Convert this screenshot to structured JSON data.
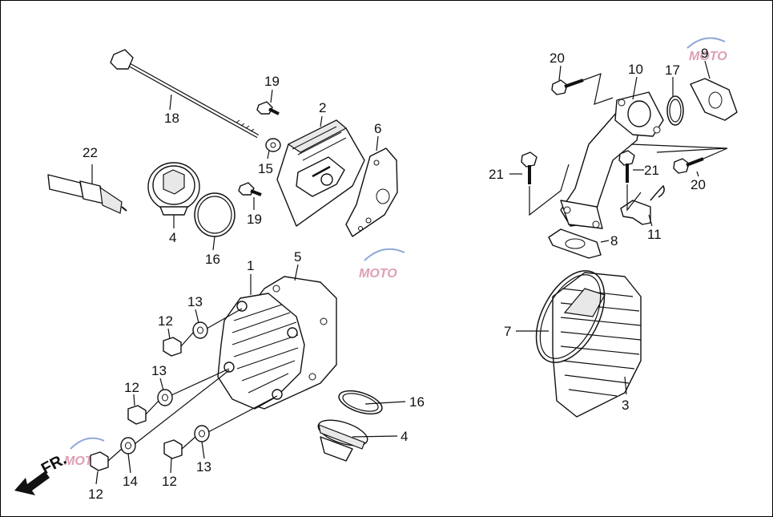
{
  "direction_indicator": "FR.",
  "watermark_text": "MOTO",
  "colors": {
    "line": "#111111",
    "watermark": "#d98fa6",
    "background": "#ffffff"
  },
  "labels": {
    "p1": "1",
    "p2": "2",
    "p3": "3",
    "p4a": "4",
    "p4b": "4",
    "p5": "5",
    "p6": "6",
    "p7": "7",
    "p8": "8",
    "p9": "9",
    "p10": "10",
    "p11": "11",
    "p12a": "12",
    "p12b": "12",
    "p12c": "12",
    "p12d": "12",
    "p13a": "13",
    "p13b": "13",
    "p13c": "13",
    "p14": "14",
    "p15": "15",
    "p16a": "16",
    "p16b": "16",
    "p17": "17",
    "p18": "18",
    "p19a": "19",
    "p19b": "19",
    "p20a": "20",
    "p20b": "20",
    "p21a": "21",
    "p21b": "21",
    "p22": "22"
  }
}
